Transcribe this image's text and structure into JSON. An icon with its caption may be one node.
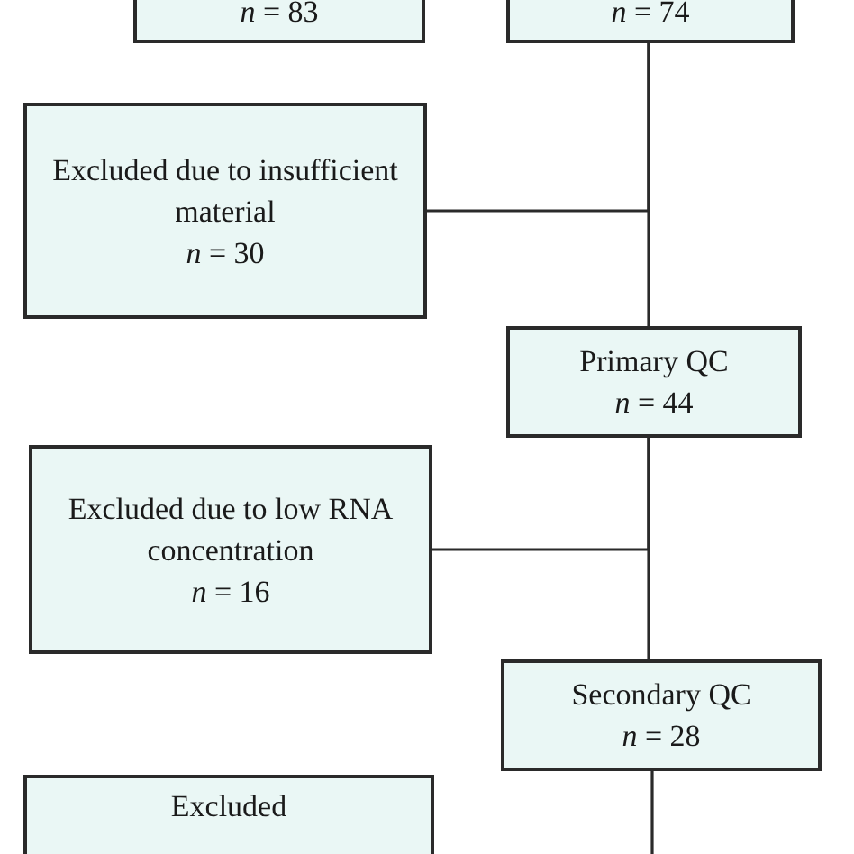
{
  "diagram": {
    "nodes": [
      {
        "text": [
          "*n* = 83"
        ]
      },
      {
        "text": [
          "*n* = 74"
        ]
      },
      {
        "text": [
          "Excluded due to insufficient material",
          "*n* = 30"
        ]
      },
      {
        "text": [
          "Primary QC",
          "*n* = 44"
        ]
      },
      {
        "text": [
          "Excluded due to low RNA concentration",
          "*n* = 16"
        ]
      },
      {
        "text": [
          "Secondary QC",
          "*n* = 28"
        ]
      },
      {
        "text": [
          "Excluded"
        ]
      }
    ],
    "edges": [
      {
        "from": 1,
        "to": 2,
        "arrow": "none"
      },
      {
        "from": 1,
        "to": 3,
        "arrow": "none"
      },
      {
        "from": 3,
        "to": 4,
        "arrow": "none"
      },
      {
        "from": 3,
        "to": 5,
        "arrow": "none"
      },
      {
        "from": 5,
        "to": null,
        "arrow": "none"
      }
    ]
  }
}
